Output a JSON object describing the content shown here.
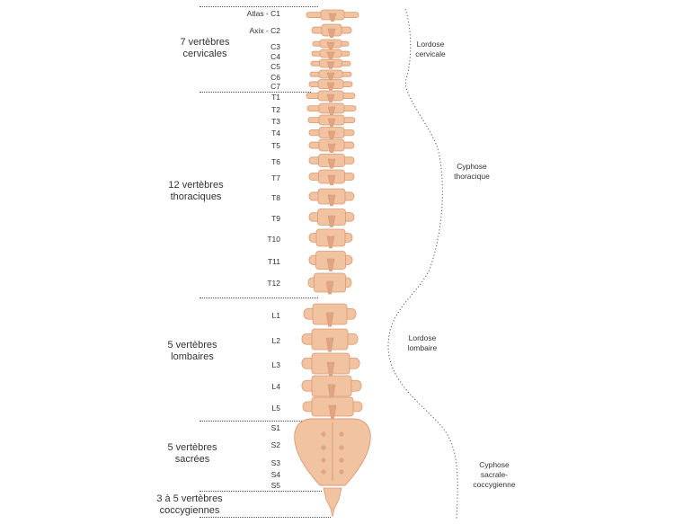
{
  "groups": [
    {
      "line1": "7 vertèbres",
      "line2": "cervicales"
    },
    {
      "line1": "12 vertèbres",
      "line2": "thoraciques"
    },
    {
      "line1": "5 vertèbres",
      "line2": "lombaires"
    },
    {
      "line1": "5 vertèbres",
      "line2": "sacrées"
    },
    {
      "line1": "3 à 5 vertèbres",
      "line2": "coccygiennes"
    }
  ],
  "vertebrae": [
    "Atlas - C1",
    "Axix - C2",
    "C3",
    "C4",
    "C5",
    "C6",
    "C7",
    "T1",
    "T2",
    "T3",
    "T4",
    "T5",
    "T6",
    "T7",
    "T8",
    "T9",
    "T10",
    "T11",
    "T12",
    "L1",
    "L2",
    "L3",
    "L4",
    "L5",
    "S1",
    "S2",
    "S3",
    "S4",
    "S5"
  ],
  "curvatures": [
    {
      "lines": [
        "Lordose",
        "cervicale"
      ]
    },
    {
      "lines": [
        "Cyphose",
        "thoracique"
      ]
    },
    {
      "lines": [
        "Lordose",
        "lombaire"
      ]
    },
    {
      "lines": [
        "Cyphose",
        "sacrale-",
        "coccygienne"
      ]
    }
  ],
  "colors": {
    "bone": "#f2c3a0",
    "bone_edge": "#d99a72",
    "bone_shadow": "#e0a582",
    "text": "#333333",
    "dotted": "#555555"
  }
}
